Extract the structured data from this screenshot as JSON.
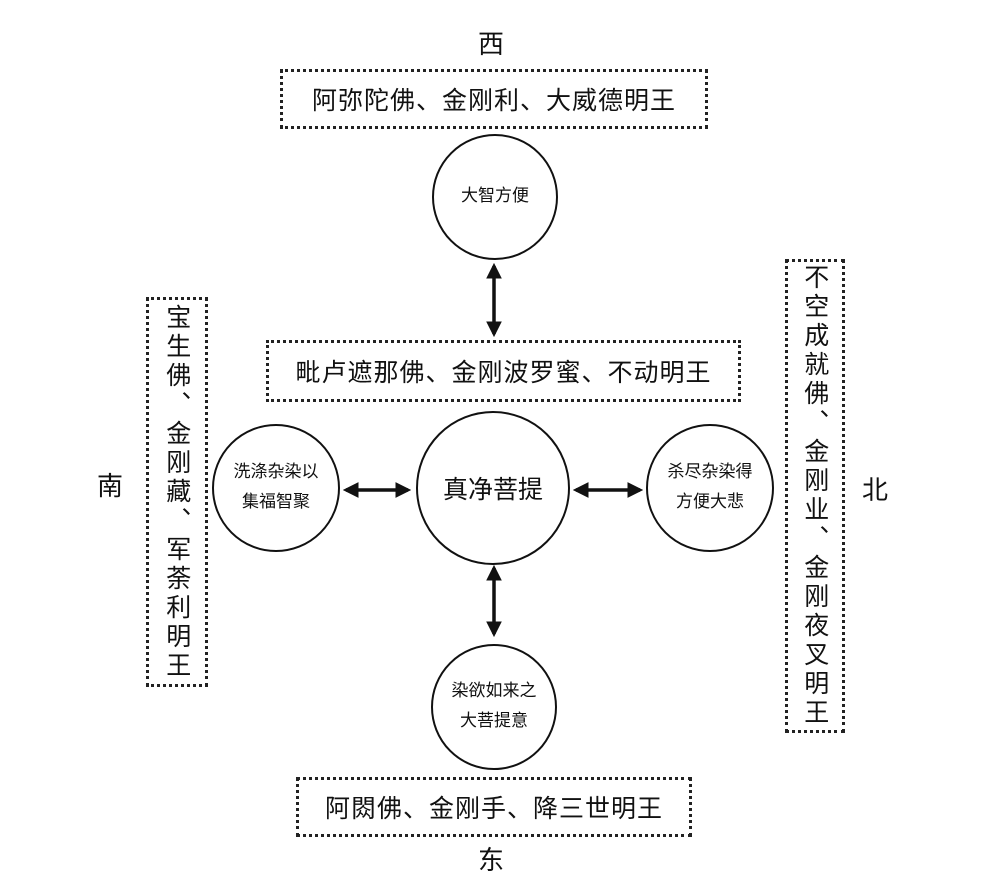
{
  "directions": {
    "west": "西",
    "south": "南",
    "north": "北",
    "east": "东"
  },
  "boxes": {
    "top": "阿弥陀佛、金刚利、大威德明王",
    "middle": "毗卢遮那佛、金刚波罗蜜、不动明王",
    "bottom": "阿閦佛、金刚手、降三世明王",
    "left": "宝生佛、金刚藏、军荼利明王",
    "right": "不空成就佛、金刚业、金刚夜叉明王"
  },
  "circles": {
    "center": "真净菩提",
    "top": "大智方便",
    "left_line1": "洗涤杂染以",
    "left_line2": "集福智聚",
    "right_line1": "杀尽杂染得",
    "right_line2": "方便大悲",
    "bottom_line1": "染欲如来之",
    "bottom_line2": "大菩提意"
  }
}
